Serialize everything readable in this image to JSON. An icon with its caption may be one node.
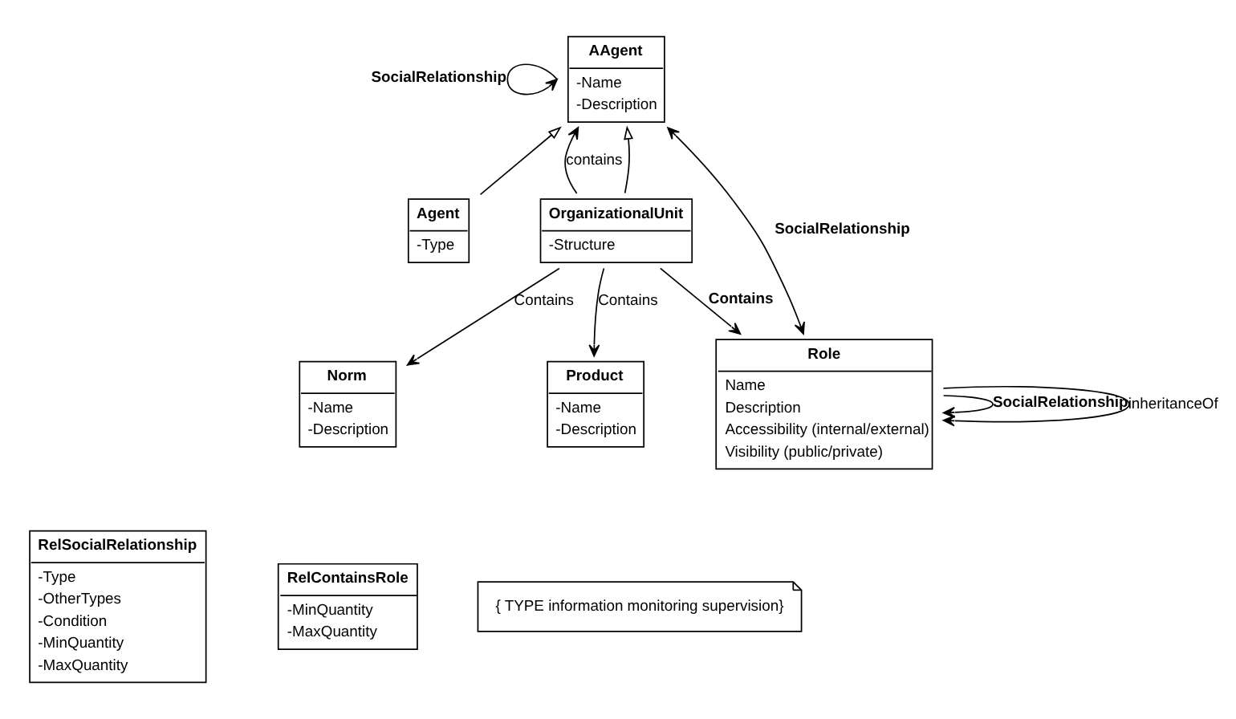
{
  "diagram": {
    "nodes": [
      {
        "text": [
          "AAgent",
          "-Name",
          "-Description"
        ]
      },
      {
        "text": [
          "Agent",
          "-Type"
        ]
      },
      {
        "text": [
          "OrganizationalUnit",
          "-Structure"
        ]
      },
      {
        "text": [
          "Role",
          "Name",
          "Description",
          "Accessibility (internal/external)",
          "Visibility (public/private)"
        ]
      },
      {
        "text": [
          "Norm",
          "-Name",
          "-Description"
        ]
      },
      {
        "text": [
          "Product",
          "-Name",
          "-Description"
        ]
      },
      {
        "text": [
          "RelContainsRole",
          "-MinQuantity",
          "-MaxQuantity"
        ]
      },
      {
        "text": [
          "RelSocialRelationship",
          "-Type",
          "-OtherTypes",
          "-Condition",
          "-MinQuantity",
          "-MaxQuantity"
        ]
      },
      {
        "text": [
          "{ TYPE information monitoring supervision}"
        ]
      }
    ],
    "edges": [
      {
        "from": 0,
        "to": 0,
        "arrow": "to",
        "label": "SocialRelationship"
      },
      {
        "from": 0,
        "to": 3,
        "arrow": "both",
        "label": "SocialRelationship"
      },
      {
        "from": 2,
        "to": 0,
        "arrow": "to",
        "label": "contains"
      },
      {
        "from": 1,
        "to": 0,
        "arrow": "to"
      },
      {
        "from": 2,
        "to": 0,
        "arrow": "to"
      },
      {
        "from": 2,
        "to": 3,
        "arrow": "to",
        "label": "Contains"
      },
      {
        "from": 2,
        "to": 4,
        "arrow": "to",
        "label": "Contains"
      },
      {
        "from": 2,
        "to": 5,
        "arrow": "to",
        "label": "Contains"
      },
      {
        "from": 3,
        "to": 3,
        "arrow": "to",
        "label": "SocialRelationship"
      },
      {
        "from": 3,
        "to": 3,
        "arrow": "to",
        "label": "inheritanceOf"
      }
    ]
  }
}
